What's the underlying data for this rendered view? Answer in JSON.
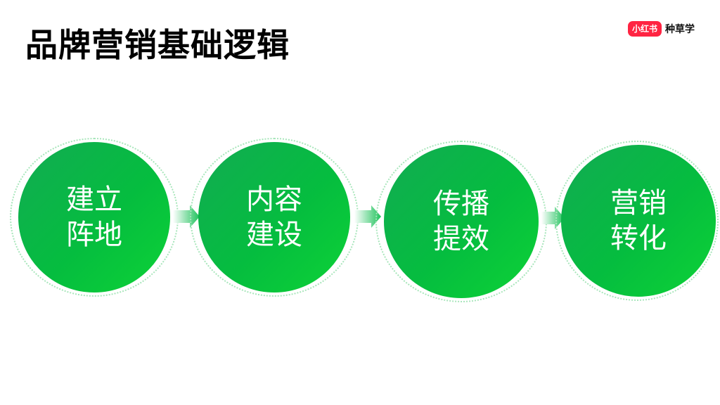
{
  "title": "品牌营销基础逻辑",
  "brand": {
    "logo_text": "小红书",
    "name": "种草学"
  },
  "steps": [
    {
      "line1": "建立",
      "line2": "阵地"
    },
    {
      "line1": "内容",
      "line2": "建设"
    },
    {
      "line1": "传播",
      "line2": "提效"
    },
    {
      "line1": "营销",
      "line2": "转化"
    }
  ],
  "colors": {
    "circle_green": "#05bd3f",
    "ring_dots": "#a8e6bb",
    "brand_red": "#ff2442"
  }
}
